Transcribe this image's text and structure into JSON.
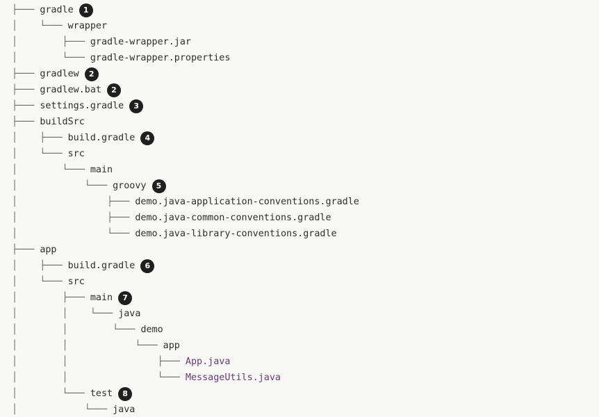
{
  "tree": {
    "rows": [
      {
        "prefix": "├─── ",
        "label": "gradle",
        "badge": "1",
        "kind": "dir"
      },
      {
        "prefix": "│    └─── ",
        "label": "wrapper",
        "badge": "",
        "kind": "dir"
      },
      {
        "prefix": "│        ├─── ",
        "label": "gradle-wrapper.jar",
        "badge": "",
        "kind": "file"
      },
      {
        "prefix": "│        └─── ",
        "label": "gradle-wrapper.properties",
        "badge": "",
        "kind": "file"
      },
      {
        "prefix": "├─── ",
        "label": "gradlew",
        "badge": "2",
        "kind": "file"
      },
      {
        "prefix": "├─── ",
        "label": "gradlew.bat",
        "badge": "2",
        "kind": "file"
      },
      {
        "prefix": "├─── ",
        "label": "settings.gradle",
        "badge": "3",
        "kind": "file"
      },
      {
        "prefix": "├─── ",
        "label": "buildSrc",
        "badge": "",
        "kind": "dir"
      },
      {
        "prefix": "│    ├─── ",
        "label": "build.gradle",
        "badge": "4",
        "kind": "file"
      },
      {
        "prefix": "│    └─── ",
        "label": "src",
        "badge": "",
        "kind": "dir"
      },
      {
        "prefix": "│        └─── ",
        "label": "main",
        "badge": "",
        "kind": "dir"
      },
      {
        "prefix": "│            └─── ",
        "label": "groovy",
        "badge": "5",
        "kind": "dir"
      },
      {
        "prefix": "│                ├─── ",
        "label": "demo.java-application-conventions.gradle",
        "badge": "",
        "kind": "file"
      },
      {
        "prefix": "│                ├─── ",
        "label": "demo.java-common-conventions.gradle",
        "badge": "",
        "kind": "file"
      },
      {
        "prefix": "│                └─── ",
        "label": "demo.java-library-conventions.gradle",
        "badge": "",
        "kind": "file"
      },
      {
        "prefix": "├─── ",
        "label": "app",
        "badge": "",
        "kind": "dir"
      },
      {
        "prefix": "│    ├─── ",
        "label": "build.gradle",
        "badge": "6",
        "kind": "file"
      },
      {
        "prefix": "│    └─── ",
        "label": "src",
        "badge": "",
        "kind": "dir"
      },
      {
        "prefix": "│        ├─── ",
        "label": "main",
        "badge": "7",
        "kind": "dir"
      },
      {
        "prefix": "│        │    └─── ",
        "label": "java",
        "badge": "",
        "kind": "dir"
      },
      {
        "prefix": "│        │        └─── ",
        "label": "demo",
        "badge": "",
        "kind": "dir"
      },
      {
        "prefix": "│        │            └─── ",
        "label": "app",
        "badge": "",
        "kind": "dir"
      },
      {
        "prefix": "│        │                ├─── ",
        "label": "App.java",
        "badge": "",
        "kind": "java"
      },
      {
        "prefix": "│        │                └─── ",
        "label": "MessageUtils.java",
        "badge": "",
        "kind": "java"
      },
      {
        "prefix": "│        └─── ",
        "label": "test",
        "badge": "8",
        "kind": "dir"
      },
      {
        "prefix": "│            └─── ",
        "label": "java",
        "badge": "",
        "kind": "dir"
      }
    ]
  },
  "colors": {
    "background": "#f8f8f7",
    "text": "#2e2e2e",
    "connector": "#6a6a6a",
    "java_file": "#6a3a7c",
    "badge_bg": "#1f1f1f",
    "badge_fg": "#ffffff"
  }
}
